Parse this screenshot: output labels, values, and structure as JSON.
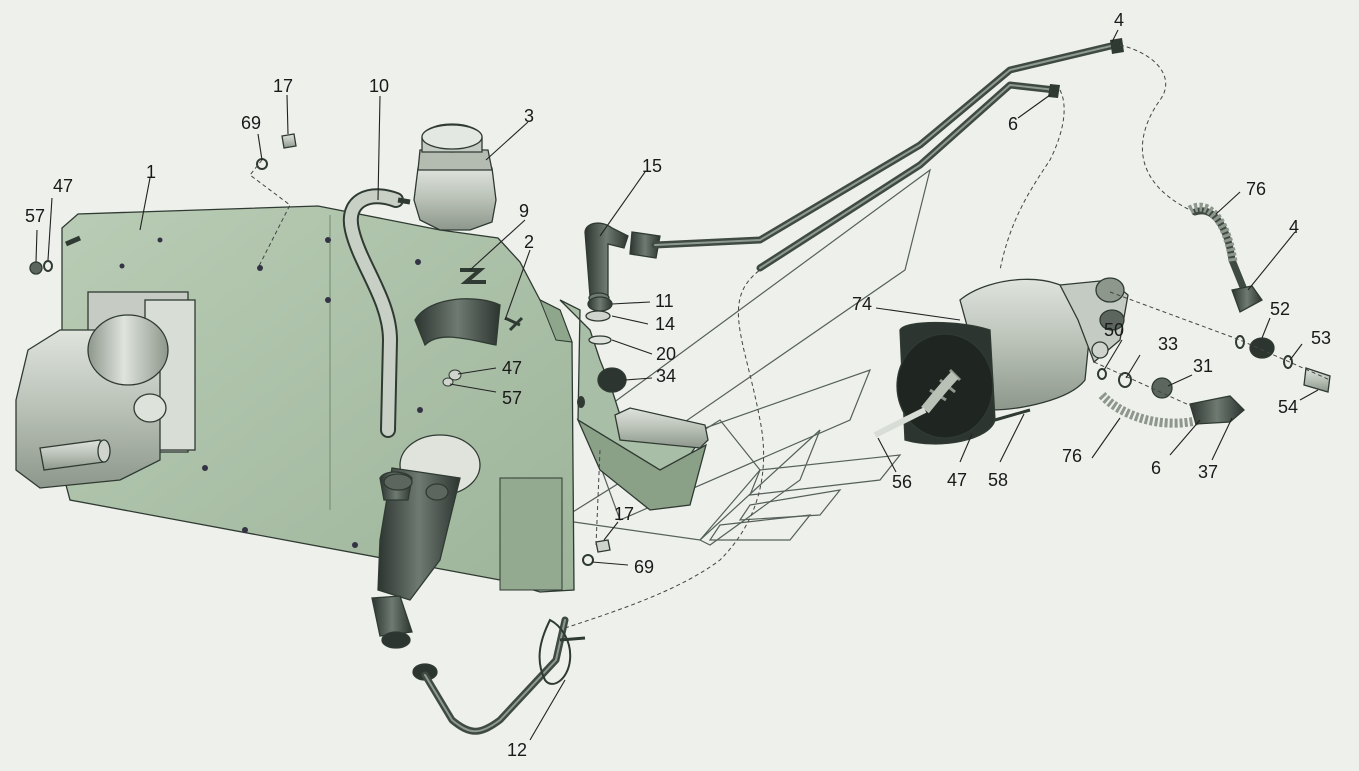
{
  "callouts": [
    {
      "id": "1",
      "text": "1"
    },
    {
      "id": "2",
      "text": "2"
    },
    {
      "id": "3",
      "text": "3"
    },
    {
      "id": "4a",
      "text": "4"
    },
    {
      "id": "4b",
      "text": "4"
    },
    {
      "id": "6a",
      "text": "6"
    },
    {
      "id": "6b",
      "text": "6"
    },
    {
      "id": "9",
      "text": "9"
    },
    {
      "id": "10",
      "text": "10"
    },
    {
      "id": "11",
      "text": "11"
    },
    {
      "id": "12",
      "text": "12"
    },
    {
      "id": "14",
      "text": "14"
    },
    {
      "id": "15",
      "text": "15"
    },
    {
      "id": "17a",
      "text": "17"
    },
    {
      "id": "17b",
      "text": "17"
    },
    {
      "id": "20",
      "text": "20"
    },
    {
      "id": "31",
      "text": "31"
    },
    {
      "id": "33",
      "text": "33"
    },
    {
      "id": "34",
      "text": "34"
    },
    {
      "id": "37",
      "text": "37"
    },
    {
      "id": "47a",
      "text": "47"
    },
    {
      "id": "47b",
      "text": "47"
    },
    {
      "id": "47c",
      "text": "47"
    },
    {
      "id": "50",
      "text": "50"
    },
    {
      "id": "52",
      "text": "52"
    },
    {
      "id": "53",
      "text": "53"
    },
    {
      "id": "54",
      "text": "54"
    },
    {
      "id": "56",
      "text": "56"
    },
    {
      "id": "57a",
      "text": "57"
    },
    {
      "id": "57b",
      "text": "57"
    },
    {
      "id": "58",
      "text": "58"
    },
    {
      "id": "69a",
      "text": "69"
    },
    {
      "id": "69b",
      "text": "69"
    },
    {
      "id": "74",
      "text": "74"
    },
    {
      "id": "76a",
      "text": "76"
    },
    {
      "id": "76b",
      "text": "76"
    }
  ],
  "colors": {
    "background": "#eef0ec",
    "plate": "#a9bea6",
    "part_metal": "#c9cfc8",
    "part_dark": "#3f4a42",
    "lines": "#222222"
  }
}
